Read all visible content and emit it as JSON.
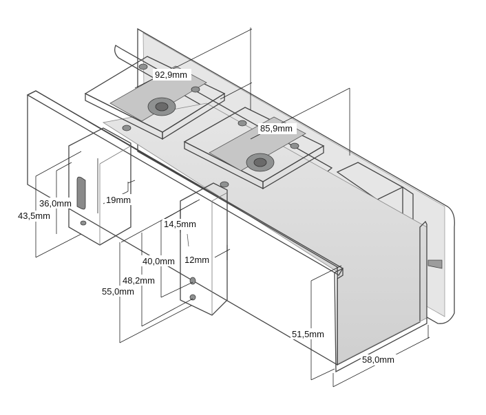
{
  "colors": {
    "background": "#ffffff",
    "steel_light": "#eeeeee",
    "steel_mid": "#d6d6d6",
    "steel_dark": "#b8b8b8",
    "edge": "#444444"
  },
  "dimensions": {
    "d_92_9": "92,9mm",
    "d_85_9": "85,9mm",
    "d_36_0": "36,0mm",
    "d_19": "19mm",
    "d_43_5": "43,5mm",
    "d_14_5": "14,5mm",
    "d_40_0": "40,0mm",
    "d_12": "12mm",
    "d_48_2": "48,2mm",
    "d_55_0": "55,0mm",
    "d_51_5": "51,5mm",
    "d_58_0": "58,0mm"
  }
}
